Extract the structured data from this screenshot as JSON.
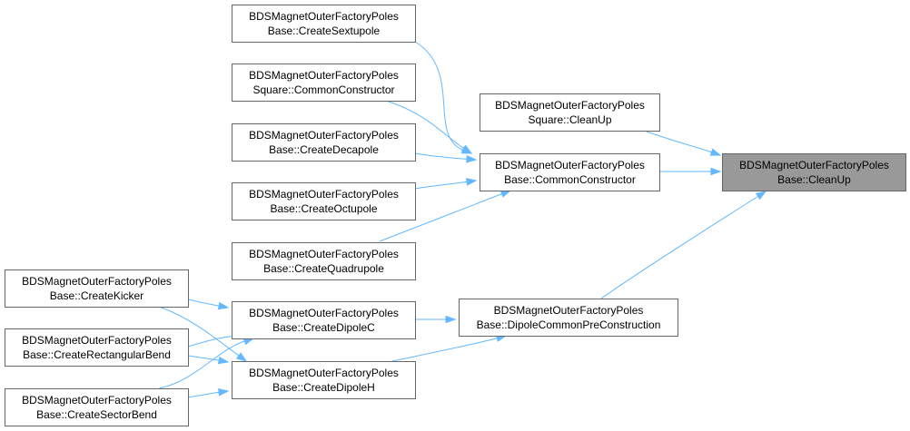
{
  "colors": {
    "edge": "#63b8ff",
    "root_fill": "#999999",
    "node_fill": "#ffffff",
    "node_border": "#666666"
  },
  "nodes": [
    {
      "id": "cleanup_base",
      "root": true,
      "lines": [
        "BDSMagnetOuterFactoryPoles",
        "Base::CleanUp"
      ]
    },
    {
      "id": "cleanup_square",
      "lines": [
        "BDSMagnetOuterFactoryPoles",
        "Square::CleanUp"
      ]
    },
    {
      "id": "common_ctor_base",
      "lines": [
        "BDSMagnetOuterFactoryPoles",
        "Base::CommonConstructor"
      ]
    },
    {
      "id": "dipole_common",
      "lines": [
        "BDSMagnetOuterFactoryPoles",
        "Base::DipoleCommonPreConstruction"
      ]
    },
    {
      "id": "create_sextupole",
      "lines": [
        "BDSMagnetOuterFactoryPoles",
        "Base::CreateSextupole"
      ]
    },
    {
      "id": "common_ctor_square",
      "lines": [
        "BDSMagnetOuterFactoryPoles",
        "Square::CommonConstructor"
      ]
    },
    {
      "id": "create_decapole",
      "lines": [
        "BDSMagnetOuterFactoryPoles",
        "Base::CreateDecapole"
      ]
    },
    {
      "id": "create_octupole",
      "lines": [
        "BDSMagnetOuterFactoryPoles",
        "Base::CreateOctupole"
      ]
    },
    {
      "id": "create_quadrupole",
      "lines": [
        "BDSMagnetOuterFactoryPoles",
        "Base::CreateQuadrupole"
      ]
    },
    {
      "id": "create_dipole_c",
      "lines": [
        "BDSMagnetOuterFactoryPoles",
        "Base::CreateDipoleC"
      ]
    },
    {
      "id": "create_dipole_h",
      "lines": [
        "BDSMagnetOuterFactoryPoles",
        "Base::CreateDipoleH"
      ]
    },
    {
      "id": "create_kicker",
      "lines": [
        "BDSMagnetOuterFactoryPoles",
        "Base::CreateKicker"
      ]
    },
    {
      "id": "create_rect_bend",
      "lines": [
        "BDSMagnetOuterFactoryPoles",
        "Base::CreateRectangularBend"
      ]
    },
    {
      "id": "create_sector_bend",
      "lines": [
        "BDSMagnetOuterFactoryPoles",
        "Base::CreateSectorBend"
      ]
    }
  ],
  "edges": [
    {
      "from": "cleanup_square",
      "to": "cleanup_base"
    },
    {
      "from": "common_ctor_base",
      "to": "cleanup_base"
    },
    {
      "from": "dipole_common",
      "to": "cleanup_base"
    },
    {
      "from": "create_sextupole",
      "to": "common_ctor_base"
    },
    {
      "from": "common_ctor_square",
      "to": "common_ctor_base"
    },
    {
      "from": "create_decapole",
      "to": "common_ctor_base"
    },
    {
      "from": "create_octupole",
      "to": "common_ctor_base"
    },
    {
      "from": "create_quadrupole",
      "to": "common_ctor_base"
    },
    {
      "from": "create_dipole_c",
      "to": "dipole_common"
    },
    {
      "from": "create_dipole_h",
      "to": "dipole_common"
    },
    {
      "from": "create_kicker",
      "to": "create_dipole_c"
    },
    {
      "from": "create_kicker",
      "to": "create_dipole_h"
    },
    {
      "from": "create_rect_bend",
      "to": "create_dipole_c"
    },
    {
      "from": "create_rect_bend",
      "to": "create_dipole_h"
    },
    {
      "from": "create_sector_bend",
      "to": "create_dipole_c"
    },
    {
      "from": "create_sector_bend",
      "to": "create_dipole_h"
    }
  ]
}
